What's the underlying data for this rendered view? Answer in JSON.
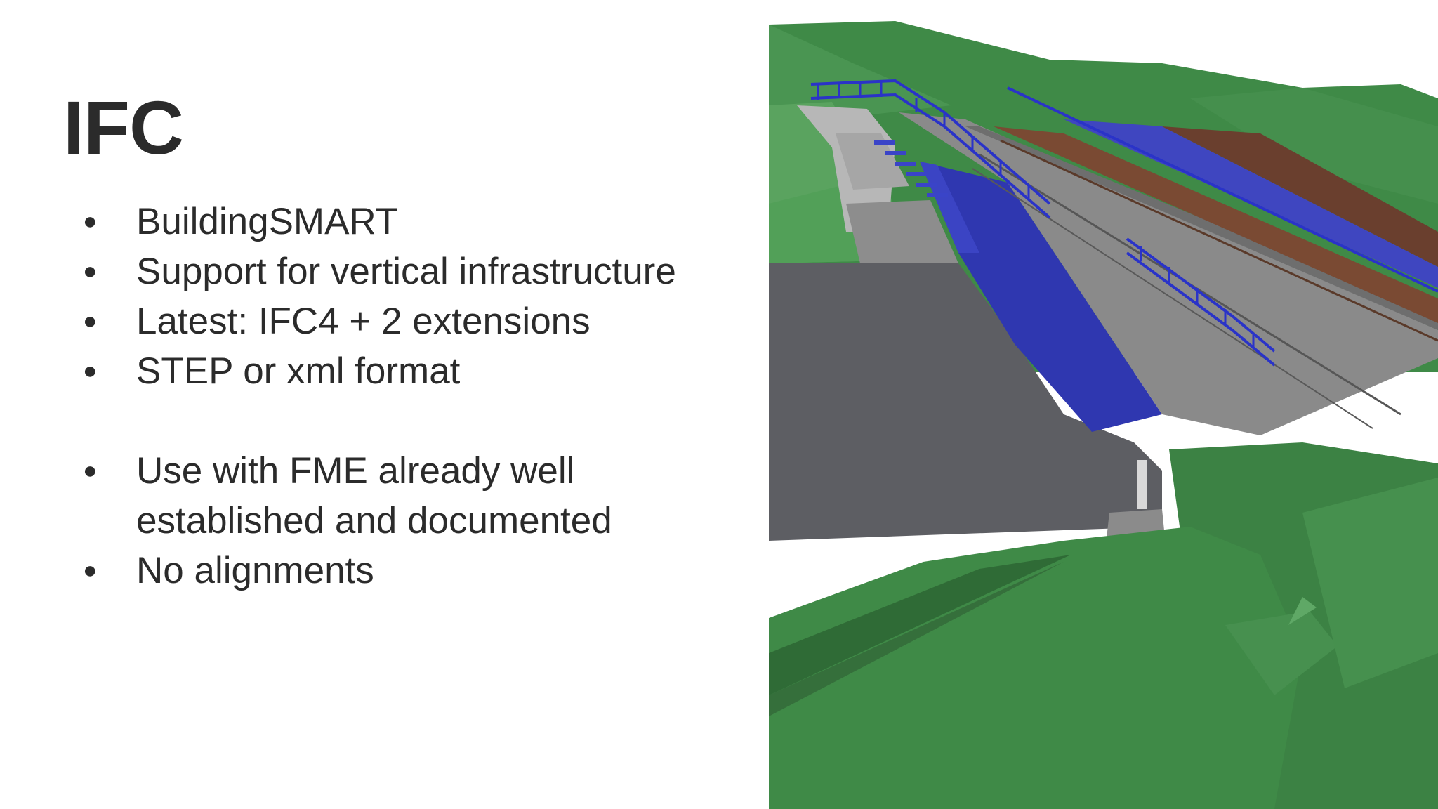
{
  "slide": {
    "title": "IFC",
    "bullets": [
      "BuildingSMART",
      "Support for vertical infrastructure",
      "Latest: IFC4 + 2 extensions",
      "STEP or xml format",
      "",
      "Use with FME already well established and documented",
      "No alignments"
    ],
    "bullet_glyph": "●"
  },
  "image": {
    "description_icon": "3d-railway-bridge-model",
    "colors": {
      "terrain": "#3f8a47",
      "terrain_light": "#5aa35f",
      "steel": "#2f37b0",
      "deck": "#8a8a8a",
      "ground": "#5d5e63",
      "track": "#7a4a33"
    }
  }
}
